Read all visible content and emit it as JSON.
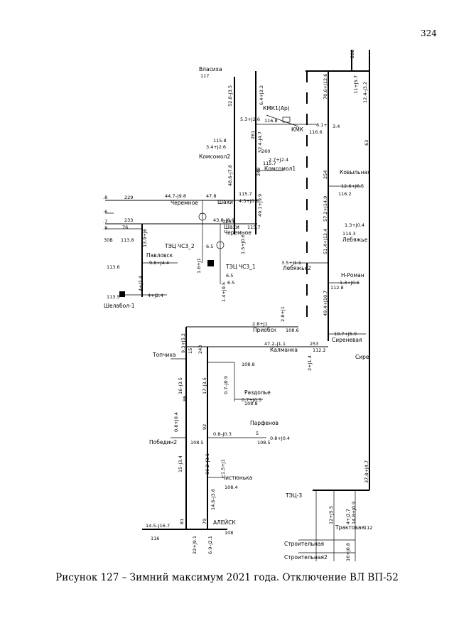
{
  "page_number": "324",
  "caption": "Рисунок 127 – Зимний максимум 2021 года. Отключение ВЛ  ВП-52",
  "nodes": [
    {
      "id": "vlasikha",
      "name": "Власиха",
      "voltage": "117"
    },
    {
      "id": "kmk_ar",
      "name": "КМК1(Ар)",
      "voltage": "116.8"
    },
    {
      "id": "kmk",
      "name": "КМК",
      "voltage": "116.6"
    },
    {
      "id": "komsomol2",
      "name": "Комсомол2",
      "voltage": "115.8"
    },
    {
      "id": "komsomol1",
      "name": "Комсомол1",
      "voltage": "115.7"
    },
    {
      "id": "kovylnaya",
      "name": "Ковыльная",
      "voltage": "116.2"
    },
    {
      "id": "cheremnoe_top",
      "name": "Черемное",
      "voltage": ""
    },
    {
      "id": "shakhi_top",
      "name": "Шахи",
      "voltage": "115.7"
    },
    {
      "id": "shakhi_mid",
      "name": "Шахи",
      "voltage": "114.8"
    },
    {
      "id": "cheremnoe_mid",
      "name": "Черемное",
      "voltage": "115.7"
    },
    {
      "id": "tec_ches2",
      "name": "ТЭЦ ЧС3_2",
      "voltage": "6.5"
    },
    {
      "id": "tec_ches1",
      "name": "ТЭЦ ЧС3_1",
      "voltage": "6.5"
    },
    {
      "id": "pavlovsk",
      "name": "Павловск",
      "voltage": "113.6"
    },
    {
      "id": "shelabol",
      "name": "Шелабол-1",
      "voltage": "113.5"
    },
    {
      "id": "lebyazhye",
      "name": "Лебяжье",
      "voltage": "114.3"
    },
    {
      "id": "lebyazhye2",
      "name": "Лебяжье2",
      "voltage": ""
    },
    {
      "id": "n_roman",
      "name": "Н-Роман",
      "voltage": "112.8"
    },
    {
      "id": "priobsk",
      "name": "Приобск",
      "voltage": "108.6"
    },
    {
      "id": "kalmanka",
      "name": "Калманка",
      "voltage": "112.2"
    },
    {
      "id": "sirenevaya",
      "name": "Сиреневая",
      "voltage": ""
    },
    {
      "id": "topchikha",
      "name": "Топчиха",
      "voltage": "108.8"
    },
    {
      "id": "razdolye",
      "name": "Раздолье",
      "voltage": "108.8"
    },
    {
      "id": "parfenov",
      "name": "Парфенов",
      "voltage": "108.5"
    },
    {
      "id": "pobedin2",
      "name": "Победин2",
      "voltage": "108.5"
    },
    {
      "id": "chistyunka",
      "name": "Чистюнька",
      "voltage": "108.4"
    },
    {
      "id": "aleysk",
      "name": "АЛЕЙСК",
      "voltage": "108"
    },
    {
      "id": "tec3",
      "name": "ТЭЦ-3",
      "voltage": ""
    },
    {
      "id": "traktovaya",
      "name": "Трактовая",
      "voltage": ""
    },
    {
      "id": "stroitelnaya",
      "name": "Строительная",
      "voltage": ""
    },
    {
      "id": "stroitelnaya2",
      "name": "Строительная2",
      "voltage": ""
    }
  ],
  "labels": {
    "vlasikha_flow": "52.8–J3.5",
    "vlasikha_flow2": "48.6–J7.8",
    "kmk_flow1": "6.4+J2.2",
    "kmk_flow2": "70.6+J12.6",
    "kmk_flow3": "11+J5.7",
    "kmk_flow4": "12.4–J3.2",
    "kmk_load": "5.3+J2.6",
    "kmk_ar_flow": "6.1+",
    "kmk_ar_flow2": "3.4",
    "komsomol2_load": "3.4+J2.6",
    "komsomol1_load": "2.7+J2.4",
    "komsomol_flow": "52.4–J4.7",
    "kovylnaya_load": "12.6+J6.5",
    "cheremnoe_flow": "44.7–J9.8",
    "shakhi_load": "4.5+J0.8",
    "shakhi_flow": "47.8",
    "cheremnoe_mid_flow": "43.8–J8.6",
    "mid_flow2": "49.1+J9.9",
    "tec_flow": "1.6+J1",
    "tec_flow2": "1.4+J0.5",
    "tec_flow3": "1.5+J0.6",
    "pavlovsk_load": "9.8+J4.4",
    "pavlovsk_flow": "13.9+J6",
    "shelabol_load": "4+J2.4",
    "shelabol_flow": "4+J2.4",
    "lebyazhye_load": "1.3+J0.4",
    "lebyazhye2_load": "3.5+J1.1",
    "n_roman_load": "1.3+J0.6",
    "big_flow1": "57.2+J14.9",
    "big_flow2": "51.4+J12.4",
    "big_flow3": "49.4+J10.7",
    "priobsk_load": "2.8+J1",
    "priobsk_flow": "2.8+J1",
    "kalmanka_flow": "47.2–J1.1",
    "kalmanka_flow2": "2+J1.4",
    "sirenevaya_load": "19.7+J5.9",
    "topchikha_flow": "9.3+J5.2",
    "topchikha_flow2": "16–J3.5",
    "topchikha_flow3": "17–J3.5",
    "razdolye_load": "0.7+J0.5",
    "razdolye_flow": "0.7–J0.9",
    "parfenov_load": "0.8+J0.4",
    "parfenov_flow": "0.8–J0.3",
    "pobedin_flow": "0.8+J0.4",
    "pobedin_flow2": "15–J3.4",
    "chistyunka_load": "1.5+J1",
    "chistyunka_flow": "16.2–J3.1",
    "aleysk_flow": "14.6–J3.6",
    "aleysk_flow2": "14.5–J16.7",
    "aleysk_flow3": "22+J9.1",
    "aleysk_flow4": "6.9–J2.1",
    "tec3_flow": "37.8+J4.7",
    "tec3_flow2": "12+J5.5",
    "tec3_flow3": "4+J2.7",
    "tec3_flow4": "14.8+J0.9",
    "bottom_flow": "16+J0.8",
    "len_229": "229",
    "len_233": "233",
    "len_76": "76",
    "len_261": "261",
    "len_260": "260",
    "len_248": "248",
    "len_254": "254",
    "len_253": "253",
    "len_243": "243",
    "len_86": "86",
    "len_92": "92",
    "len_81": "81",
    "len_79": "79",
    "len_63": "63",
    "len_208": "208",
    "len_15": "15",
    "v_113_8": "113.8",
    "v_30B": "30B",
    "v_116": "116",
    "v_112": "112",
    "v_5": "5",
    "v_6_5": "6.5",
    "side_8a": ".8",
    "side_6": ".6",
    "side_7": ".7",
    "side_8b": ".8",
    "sire_label": "Сире"
  }
}
